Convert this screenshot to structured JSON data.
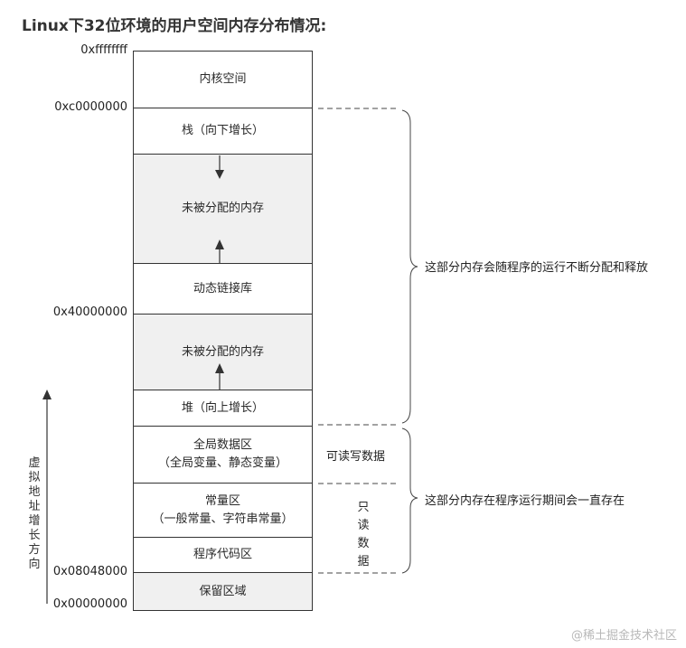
{
  "title": "Linux下32位环境的用户空间内存分布情况:",
  "blocks": {
    "kernel": "内核空间",
    "stack": "栈（向下增长）",
    "unallocated_1": "未被分配的内存",
    "shared_libs": "动态链接库",
    "unallocated_2": "未被分配的内存",
    "heap": "堆（向上增长）",
    "global_data": {
      "line1": "全局数据区",
      "line2": "（全局变量、静态变量）"
    },
    "const_data": {
      "line1": "常量区",
      "line2": "（一般常量、字符串常量）"
    },
    "code": "程序代码区",
    "reserved": "保留区域"
  },
  "addresses": {
    "top": "0xffffffff",
    "kernel_start": "0xc0000000",
    "libs": "0x40000000",
    "code_start": "0x08048000",
    "bottom": "0x00000000"
  },
  "growth_direction": [
    "虚",
    "拟",
    "地",
    "址",
    "增",
    "长",
    "方",
    "向"
  ],
  "notes": {
    "dynamic": "这部分内存会随程序的运行不断分配和释放",
    "static": "这部分内存在程序运行期间会一直存在"
  },
  "readwrite_label": "可读写数据",
  "readonly_label": [
    "只",
    "读",
    "数",
    "据"
  ],
  "watermark": "@稀土掘金技术社区"
}
